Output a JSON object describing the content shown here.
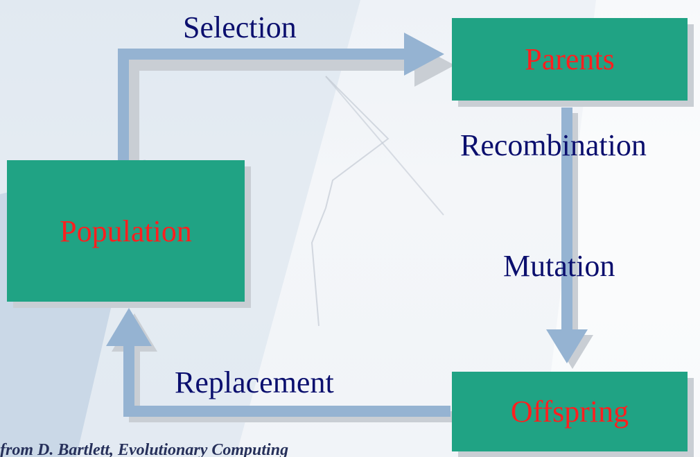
{
  "nodes": {
    "population": "Population",
    "parents": "Parents",
    "offspring": "Offspring"
  },
  "edges": {
    "selection": "Selection",
    "recombination": "Recombination",
    "mutation": "Mutation",
    "replacement": "Replacement"
  },
  "footer": "from D.  Bartlett, Evolutionary Computing",
  "colors": {
    "box_fill": "#20a384",
    "box_text": "#ff1f1f",
    "edge_text": "#0b0f6e",
    "arrow": "#95b3d2",
    "shadow": "#c9ced4"
  }
}
